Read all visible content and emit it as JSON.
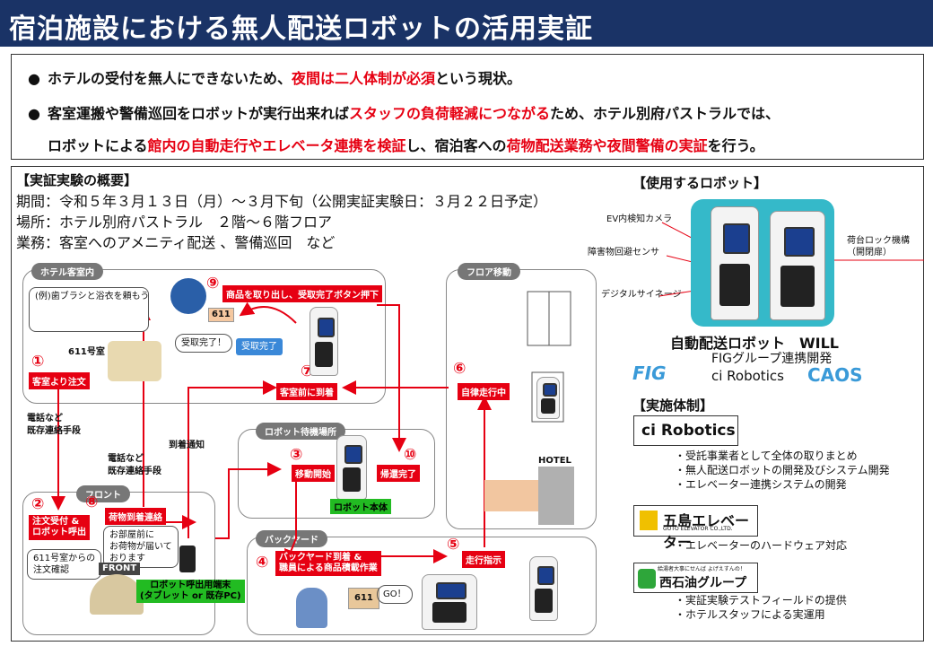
{
  "title": "宿泊施設における無人配送ロボットの活用実証",
  "summary": {
    "line1_a": "ホテルの受付を無人にできないため、",
    "line1_red": "夜間は二人体制が必須",
    "line1_b": "という現状。",
    "line2_a": "客室運搬や警備巡回をロボットが実行出来れば",
    "line2_red": "スタッフの負荷軽減につながる",
    "line2_b": "ため、ホテル別府パストラルでは、",
    "line3_a": "ロボットによる",
    "line3_red1": "館内の自動走行やエレベータ連携を検証",
    "line3_b": "し、宿泊客への",
    "line3_red2": "荷物配送業務や夜間警備の実証",
    "line3_c": "を行う。"
  },
  "overview": {
    "heading": "【実証実験の概要】",
    "period": "期間：令和５年３月１３日（月）～３月下旬（公開実証実験日：３月２２日予定）",
    "place": "場所：ホテル別府パストラル　２階～６階フロア",
    "work": "業務：客室へのアメニティ配送 、警備巡回　など"
  },
  "panels": {
    "guest_room": "ホテル客室内",
    "floor_move": "フロア移動",
    "robot_standby": "ロボット待機場所",
    "front": "フロント",
    "backyard": "バックヤード"
  },
  "steps": {
    "s1": "①",
    "s1_label": "客室より注文",
    "s2": "②",
    "s2_label": "注文受付 &\nロボット呼出",
    "s3": "③",
    "s3_label": "移動開始",
    "s4": "④",
    "s4_label": "バックヤード到着 &\n職員による商品積載作業",
    "s5": "⑤",
    "s5_label": "走行指示",
    "s6": "⑥",
    "s6_label": "自律走行中",
    "s7": "⑦",
    "s7_label": "客室前に到着",
    "s8": "⑧",
    "s8_label": "荷物到着連絡",
    "s9": "⑨",
    "s9_label": "商品を取り出し、受取完了ボタン押下",
    "s10": "⑩",
    "s10_label": "帰還完了"
  },
  "diagram_text": {
    "example_note": "(例)歯ブラシと浴衣を頼もう",
    "room_611": "611号室",
    "phone_note1": "電話など\n既存連絡手段",
    "phone_note2": "電話など\n既存連絡手段",
    "arrival_notice": "到着通知",
    "received": "受取完了！",
    "receive_btn": "受取完了",
    "robot_body": "ロボット本体",
    "order_confirm": "611号室からの\n注文確認",
    "front_sign": "FRONT",
    "delivered_note": "お部屋前に\nお荷物が届いて\nおります",
    "terminal": "ロボット呼出用端末\n(タブレット or 既存PC)",
    "box_611": "611",
    "go": "GO！",
    "hotel": "HOTEL"
  },
  "robot_section": {
    "heading": "【使用するロボット】",
    "ev_camera": "EV内検知カメラ",
    "obstacle_sensor": "障害物回避センサ",
    "signage": "デジタルサイネージ",
    "lock": "荷台ロック機構\n（開閉扉）",
    "name": "自動配送ロボット　WILL",
    "dev": "FIGグループ連携開発",
    "logos": [
      "FIG",
      "ci Robotics",
      "CAOS"
    ]
  },
  "org": {
    "heading": "【実施体制】",
    "cirobotics": "ci Robotics",
    "cirobotics_items": [
      "・受託事業者として全体の取りまとめ",
      "・無人配送ロボットの開発及びシステム開発",
      "・エレベーター連携システムの開発"
    ],
    "goto_name": "五島エレベーター",
    "goto_sub": "GOTO ELEVATOR CO.,LTD.",
    "goto_items": [
      "・エレベーターのハードウェア対応"
    ],
    "nishi_tag": "給湯者大事にせんば よげえすんの！",
    "nishi_name": "西石油グループ",
    "nishi_items": [
      "・実証実験テストフィールドの提供",
      "・ホテルスタッフによる実運用"
    ]
  },
  "colors": {
    "title_bg": "#1a3366",
    "accent_red": "#e60012",
    "accent_green": "#22bb22"
  }
}
